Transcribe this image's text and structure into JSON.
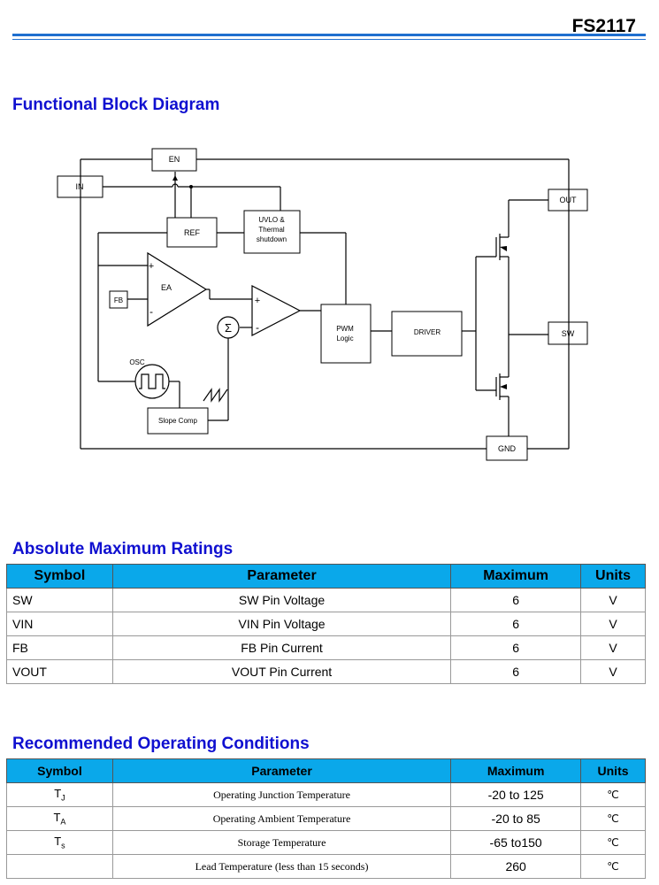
{
  "header": {
    "part_number": "FS2117"
  },
  "block_diagram": {
    "title": "Functional Block Diagram",
    "labels": {
      "en": "EN",
      "in": "IN",
      "out": "OUT",
      "sw": "SW",
      "gnd": "GND",
      "ref": "REF",
      "uvlo_1": "UVLO &",
      "uvlo_2": "Thermal",
      "uvlo_3": "shutdown",
      "ea": "EA",
      "fb": "FB",
      "sigma": "Σ",
      "osc": "OSC",
      "pwm_1": "PWM",
      "pwm_2": "Logic",
      "driver": "DRIVER",
      "slope": "Slope Comp",
      "plus": "+",
      "minus": "-"
    }
  },
  "abs_max": {
    "title": "Absolute  Maximum  Ratings",
    "headers": {
      "symbol": "Symbol",
      "parameter": "Parameter",
      "maximum": "Maximum",
      "units": "Units"
    },
    "rows": [
      {
        "symbol": "SW",
        "parameter": "SW Pin Voltage",
        "maximum": "6",
        "units": "V"
      },
      {
        "symbol": "VIN",
        "parameter": "VIN Pin Voltage",
        "maximum": "6",
        "units": "V"
      },
      {
        "symbol": "FB",
        "parameter": "FB Pin Current",
        "maximum": "6",
        "units": "V"
      },
      {
        "symbol": "VOUT",
        "parameter": "VOUT Pin Current",
        "maximum": "6",
        "units": "V"
      }
    ]
  },
  "rec_op": {
    "title": "Recommended  Operating  Conditions",
    "headers": {
      "symbol": "Symbol",
      "parameter": "Parameter",
      "maximum": "Maximum",
      "units": "Units"
    },
    "rows": [
      {
        "symbol": "T",
        "sub": "J",
        "parameter": "Operating Junction Temperature",
        "maximum": "-20 to 125",
        "units": "℃"
      },
      {
        "symbol": "T",
        "sub": "A",
        "parameter": "Operating Ambient Temperature",
        "maximum": "-20 to 85",
        "units": "℃"
      },
      {
        "symbol": "T",
        "sub": "s",
        "parameter": "Storage Temperature",
        "maximum": "-65 to150",
        "units": "℃"
      },
      {
        "symbol": "",
        "sub": "",
        "parameter": "Lead Temperature (less than 15 seconds)",
        "maximum": "260",
        "units": "℃"
      }
    ]
  }
}
